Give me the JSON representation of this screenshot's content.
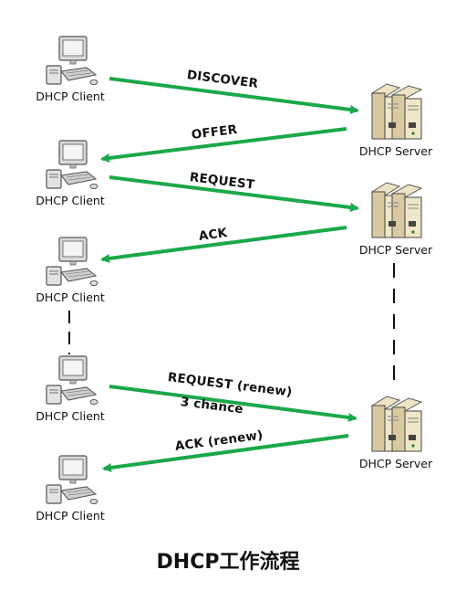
{
  "diagram": {
    "title": "DHCP工作流程",
    "client_label": "DHCP Client",
    "server_label": "DHCP Server",
    "clients": [
      {
        "label": "DHCP Client"
      },
      {
        "label": "DHCP Client"
      },
      {
        "label": "DHCP Client"
      },
      {
        "label": "DHCP Client"
      },
      {
        "label": "DHCP Client"
      }
    ],
    "servers": [
      {
        "label": "DHCP Server"
      },
      {
        "label": "DHCP Server"
      },
      {
        "label": "DHCP Server"
      }
    ],
    "messages": [
      {
        "label": "DISCOVER",
        "direction": "client-to-server"
      },
      {
        "label": "OFFER",
        "direction": "server-to-client"
      },
      {
        "label": "REQUEST",
        "direction": "client-to-server"
      },
      {
        "label": "ACK",
        "direction": "server-to-client"
      },
      {
        "label": "REQUEST (renew)",
        "sublabel": "3 chance",
        "direction": "client-to-server"
      },
      {
        "label": "ACK (renew)",
        "direction": "server-to-client"
      }
    ],
    "arrow_color": "#1aa84a"
  }
}
